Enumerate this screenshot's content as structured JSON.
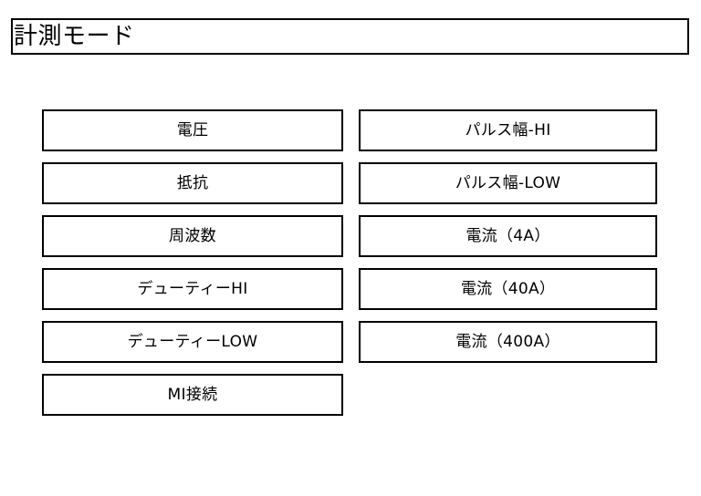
{
  "window": {
    "title": "計測モード"
  },
  "colors": {
    "background": "#ffffff",
    "border": "#000000",
    "text": "#000000",
    "button_fill": "#ffffff"
  },
  "menu": {
    "columns": [
      {
        "name": "left-column",
        "buttons": [
          {
            "label": "電圧"
          },
          {
            "label": "抵抗"
          },
          {
            "label": "周波数"
          },
          {
            "label": "デューティーHI"
          },
          {
            "label": "デューティーLOW"
          },
          {
            "label": "MI接続"
          }
        ]
      },
      {
        "name": "right-column",
        "buttons": [
          {
            "label": "パルス幅-HI"
          },
          {
            "label": "パルス幅-LOW"
          },
          {
            "label": "電流（4A）"
          },
          {
            "label": "電流（40A）"
          },
          {
            "label": "電流（400A）"
          }
        ]
      }
    ]
  }
}
